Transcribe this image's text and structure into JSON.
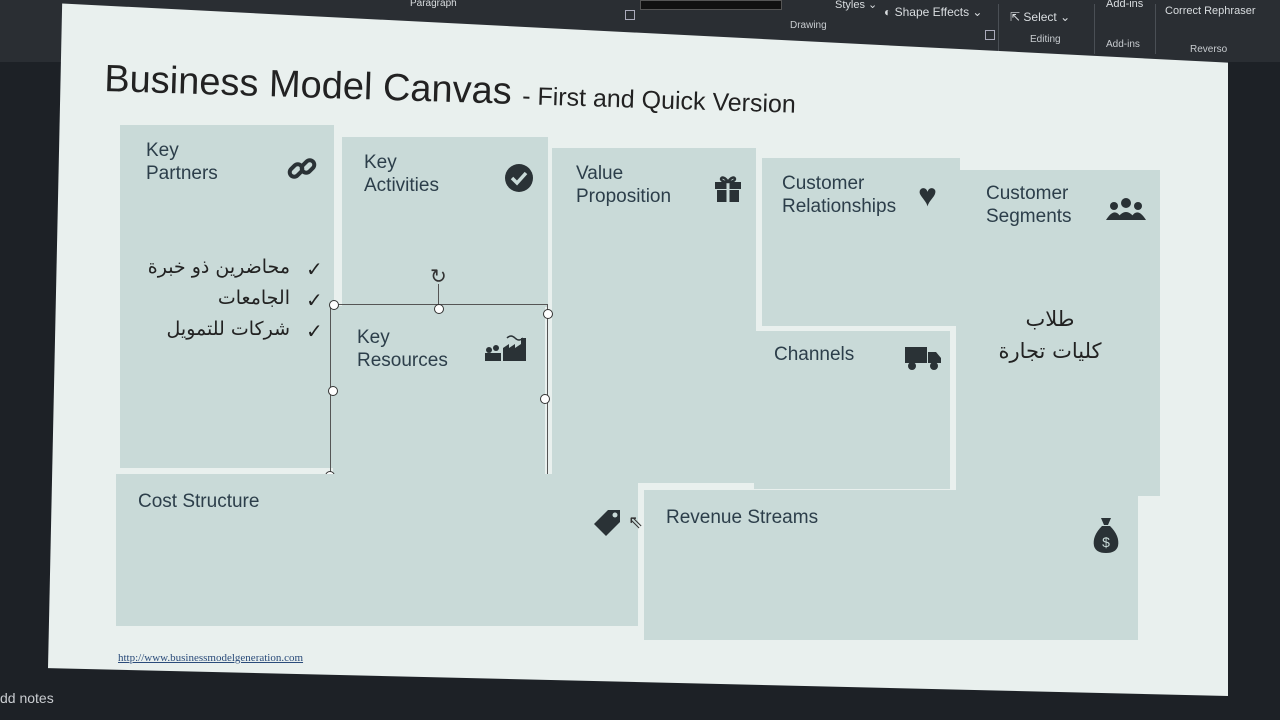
{
  "ribbon": {
    "paragraph_label": "Paragraph",
    "styles_label": "Styles ⌄",
    "shape_effects_label": "Shape Effects ⌄",
    "drawing_label": "Drawing",
    "select_label": "Select ⌄",
    "editing_label": "Editing",
    "addins_top": "Add-ins",
    "addins_group": "Add-ins",
    "correct_rephraser": "Correct Rephraser",
    "reverso": "Reverso"
  },
  "slide": {
    "title_main": "Business Model Canvas",
    "title_sub": "- First and Quick Version",
    "blocks": {
      "key_partners": {
        "label_line1": "Key",
        "label_line2": "Partners",
        "icon": "link-icon"
      },
      "key_activities": {
        "label_line1": "Key",
        "label_line2": "Activities",
        "icon": "check-circle-icon"
      },
      "value_proposition": {
        "label_line1": "Value",
        "label_line2": "Proposition",
        "icon": "gift-icon"
      },
      "customer_relationships": {
        "label_line1": "Customer",
        "label_line2": "Relationships",
        "icon": "heart-icon"
      },
      "customer_segments": {
        "label_line1": "Customer",
        "label_line2": "Segments",
        "icon": "users-icon"
      },
      "key_resources": {
        "label_line1": "Key",
        "label_line2": "Resources",
        "icon": "factory-icon"
      },
      "channels": {
        "label": "Channels",
        "icon": "truck-icon"
      },
      "cost_structure": {
        "label": "Cost Structure",
        "icon": "tags-icon"
      },
      "revenue_streams": {
        "label": "Revenue Streams",
        "icon": "money-bag-icon"
      }
    },
    "partners_items": [
      "محاضرين ذو خبرة",
      "الجامعات",
      "شركات للتمويل"
    ],
    "segments_items": [
      "طلاب",
      "كليات تجارة"
    ],
    "footer_link": "http://www.businessmodelgeneration.com"
  },
  "status": {
    "notes_label": "dd notes"
  },
  "colors": {
    "block": "#c9dad8",
    "slide": "#e9f0ee",
    "ribbon": "#2a2e33"
  }
}
